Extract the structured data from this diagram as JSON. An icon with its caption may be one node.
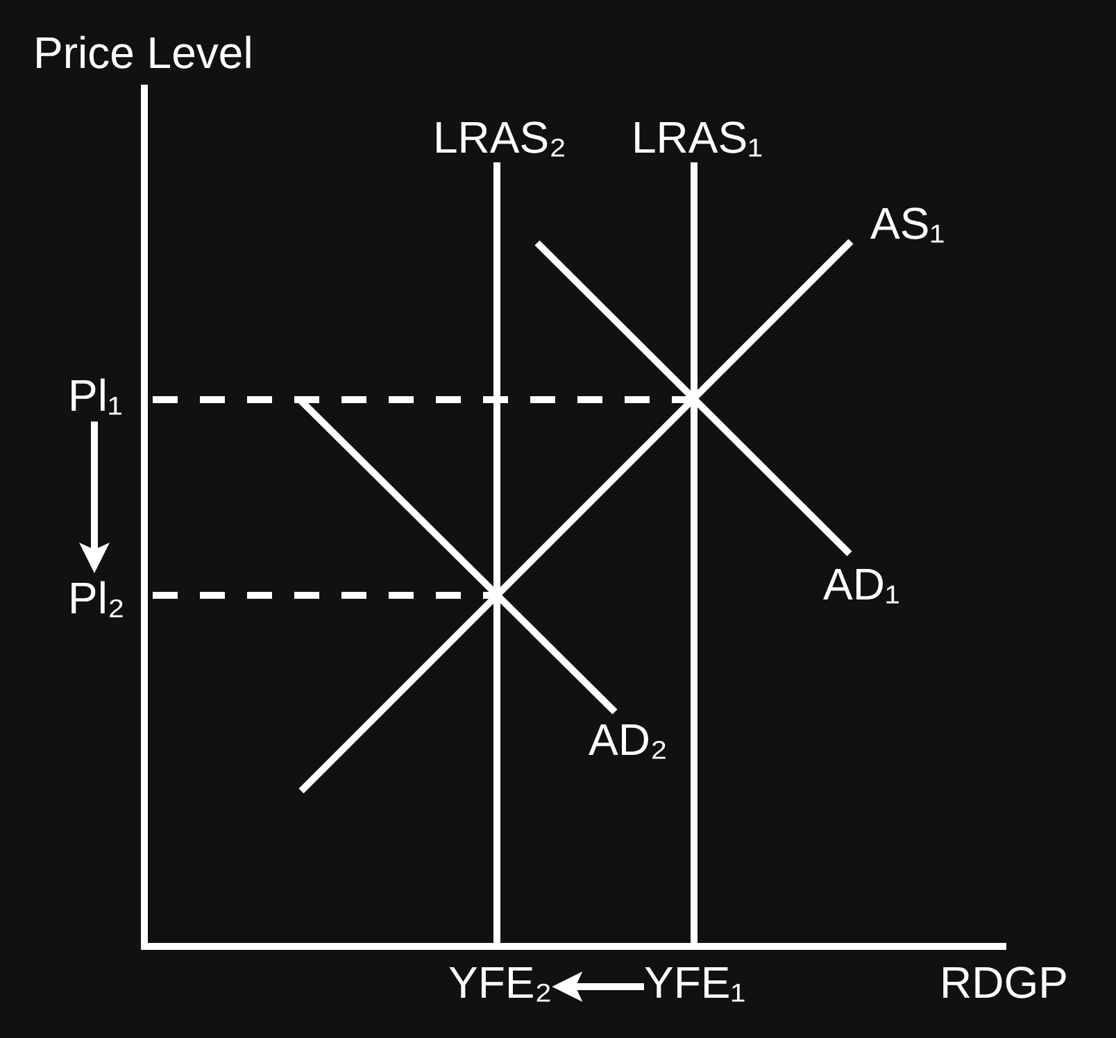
{
  "diagram": {
    "nodes": [
      {
        "text": [
          "Pl₁"
        ]
      },
      {
        "text": [
          "Pl₂"
        ]
      },
      {
        "text": [
          "YFE₂"
        ]
      },
      {
        "text": [
          "YFE₁"
        ]
      }
    ],
    "edges": [
      {
        "from": 0,
        "to": 1,
        "arrow": "to"
      },
      {
        "from": 3,
        "to": 2,
        "arrow": "to"
      }
    ],
    "labels": [
      "Price Level",
      "LRAS₂",
      "LRAS₁",
      "AS₁",
      "AD₁",
      "AD₂",
      "RDGP"
    ]
  }
}
